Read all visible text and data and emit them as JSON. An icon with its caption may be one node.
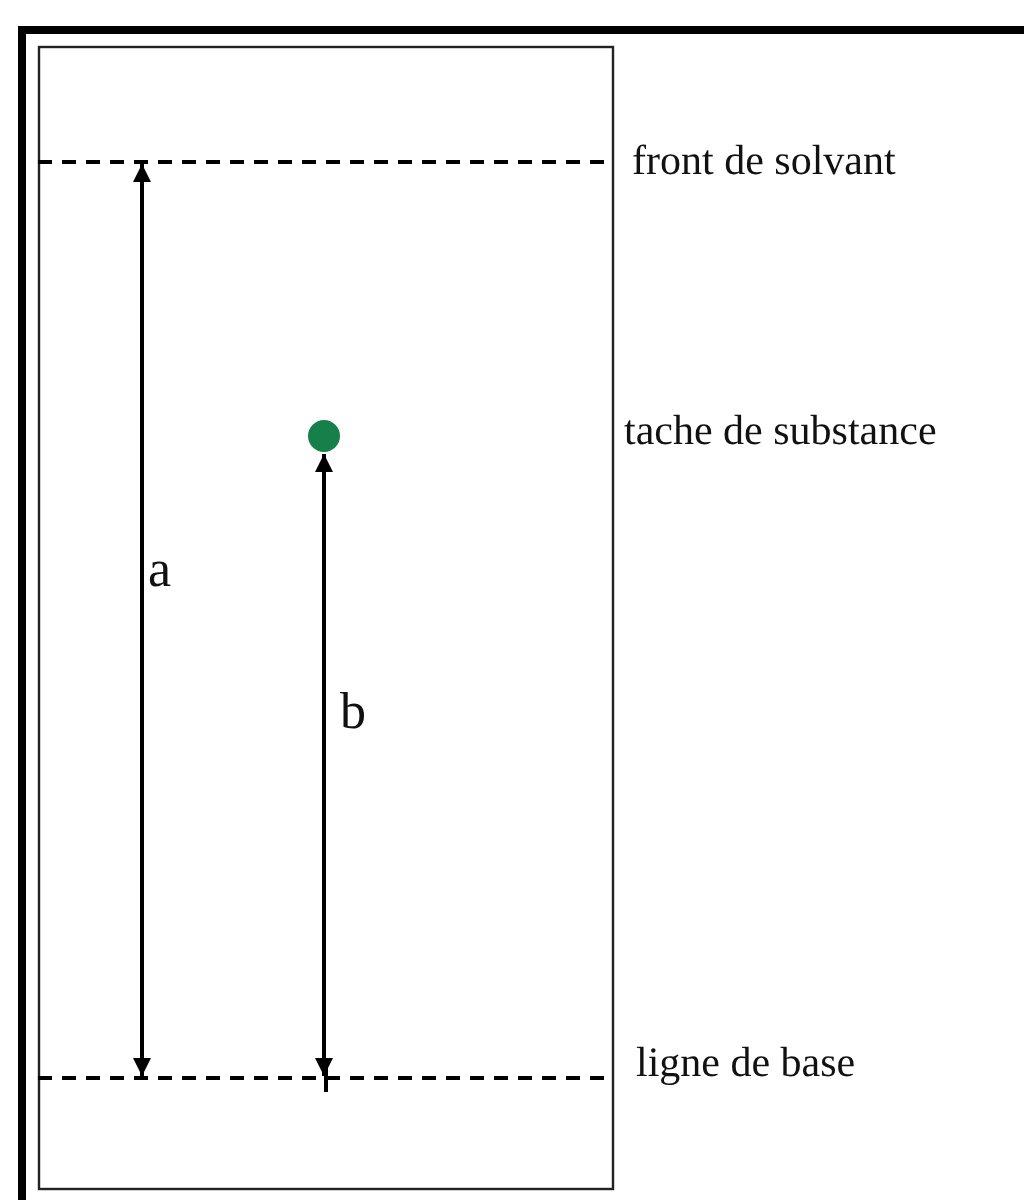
{
  "diagram": {
    "labels": [
      "front de solvant",
      "tache de substance",
      "a",
      "b",
      "ligne de base"
    ]
  }
}
